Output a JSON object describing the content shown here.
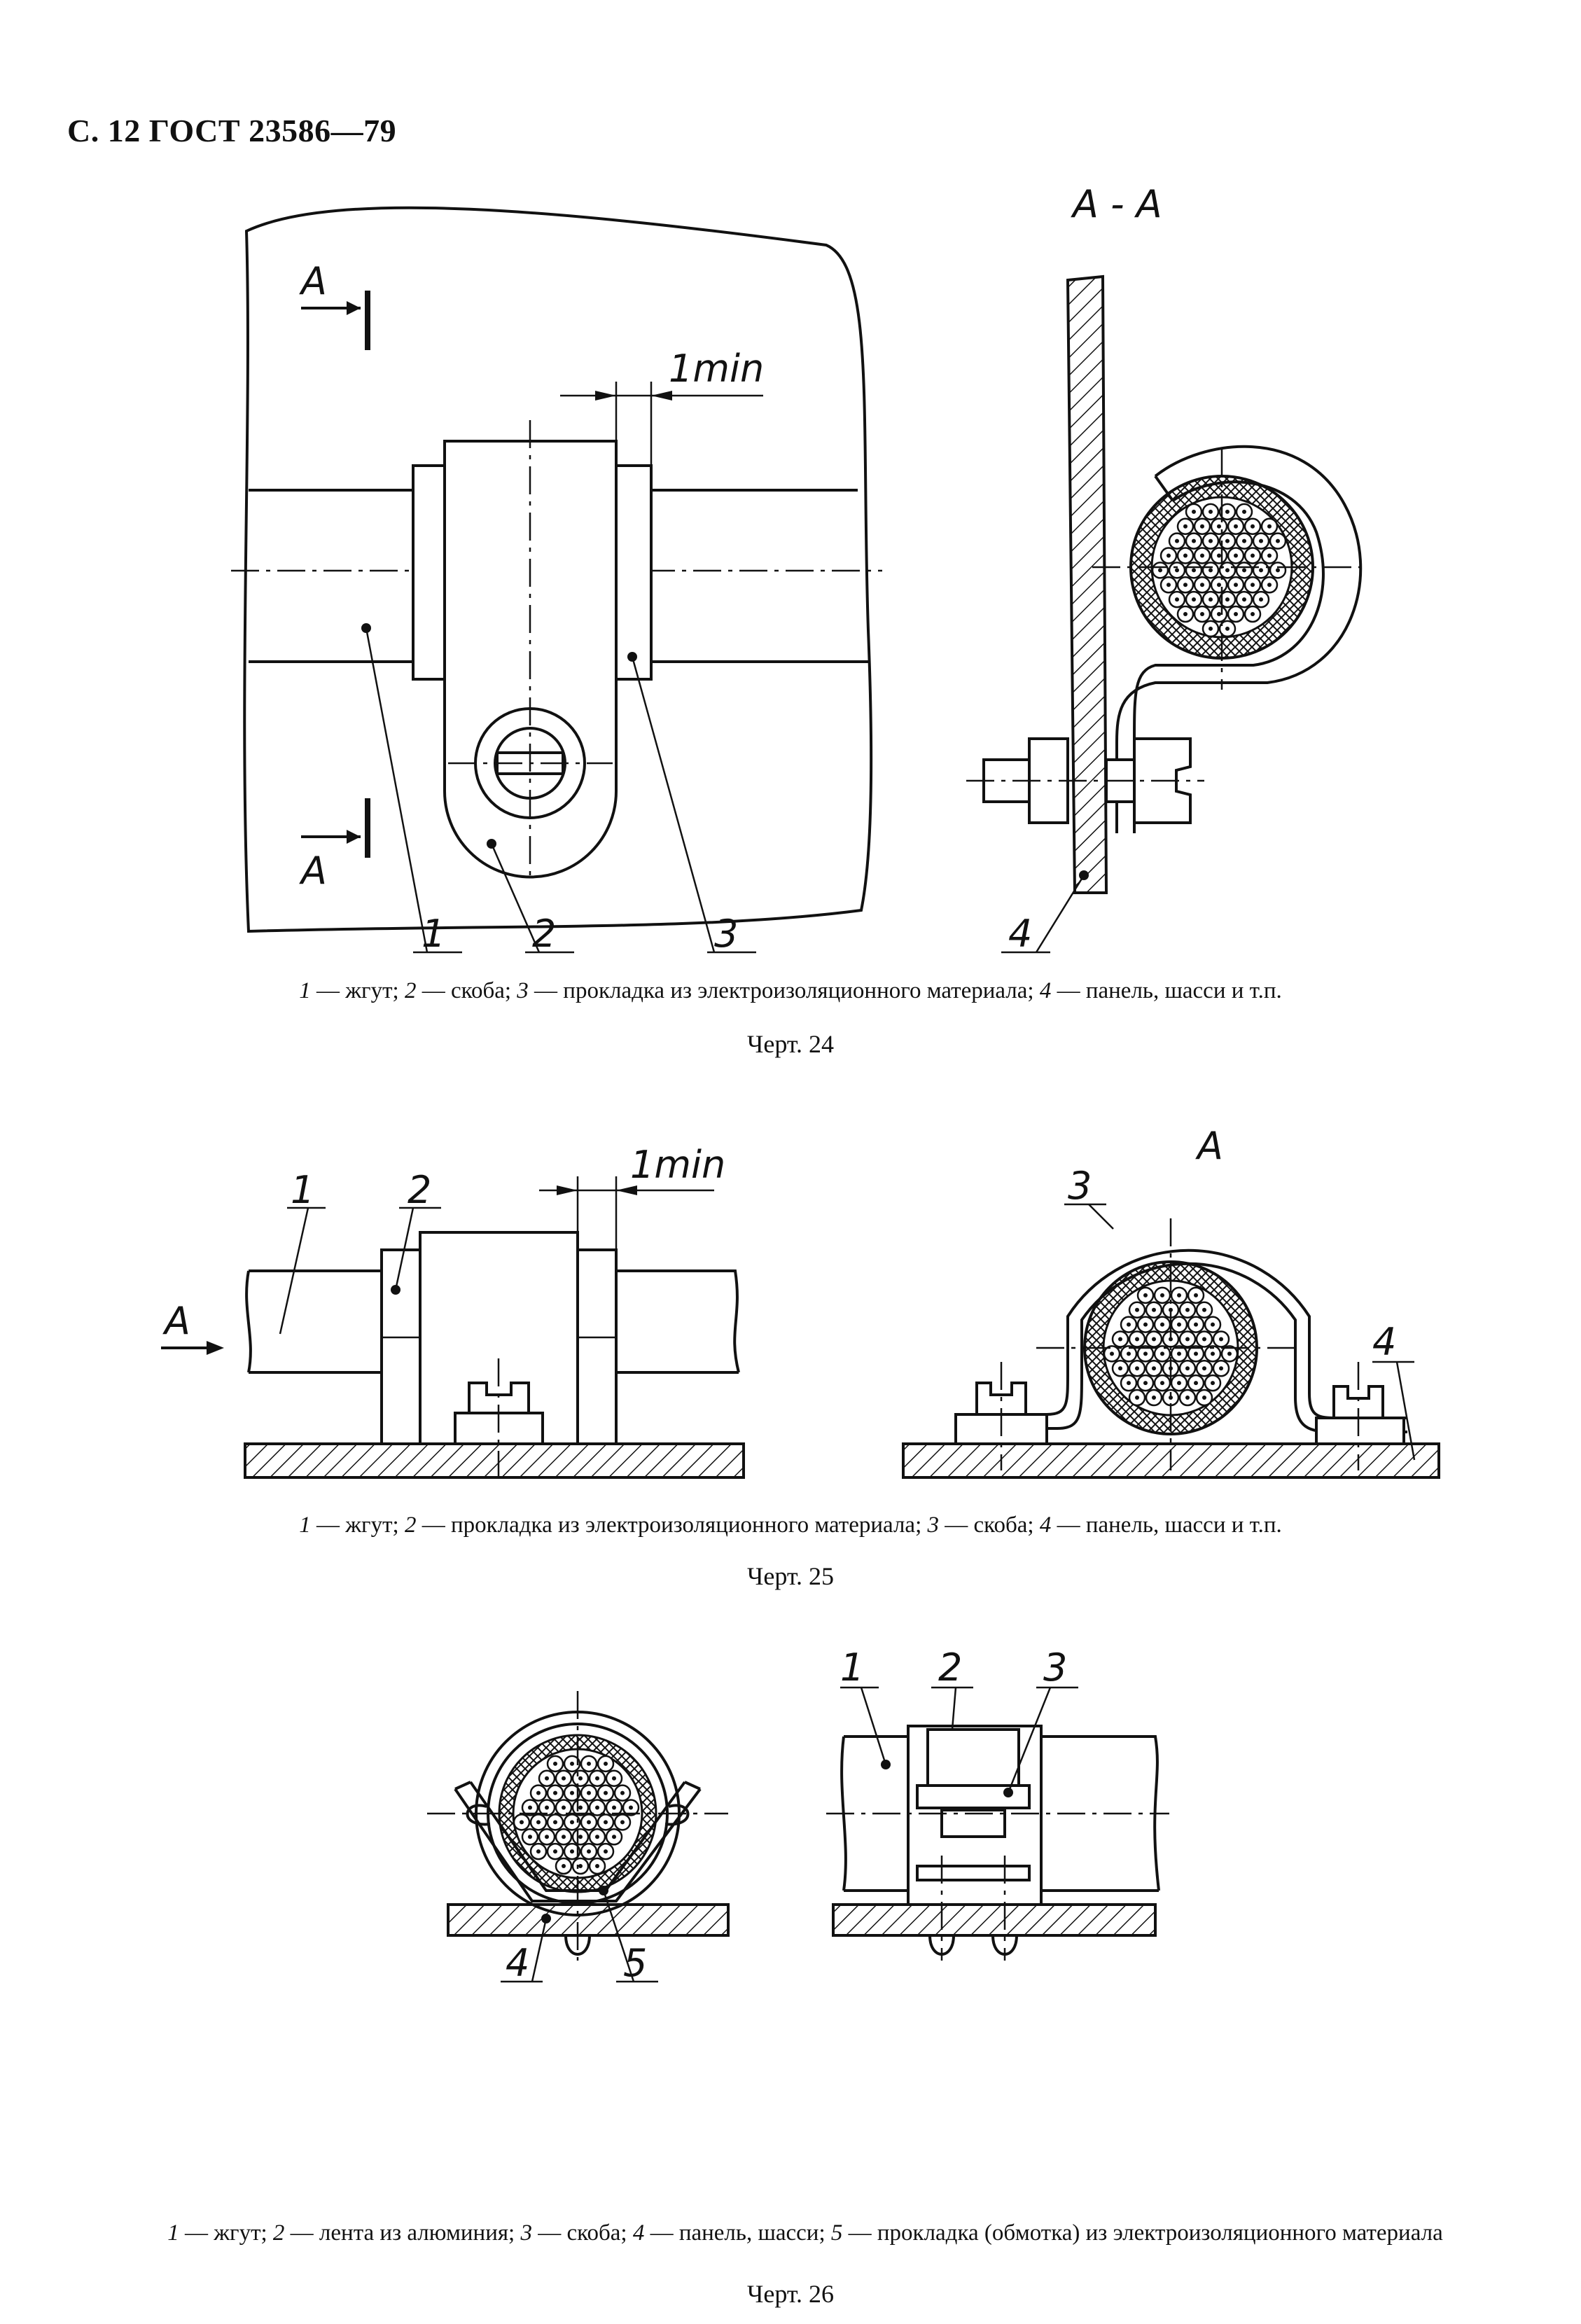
{
  "header": {
    "text": "С. 12 ГОСТ 23586—79"
  },
  "figure24": {
    "section_label": "А - А",
    "cut_label_top": "А",
    "cut_label_bottom": "А",
    "dim_label": "1min",
    "callouts": [
      "1",
      "2",
      "3",
      "4"
    ],
    "caption_parts": [
      {
        "num": "1",
        "text": " — жгут; "
      },
      {
        "num": "2",
        "text": " — скоба; "
      },
      {
        "num": "3",
        "text": " — прокладка из электроизоляционного материала; "
      },
      {
        "num": "4",
        "text": " — панель, шасси и т.п."
      }
    ],
    "title": "Черт. 24"
  },
  "figure25": {
    "view_label": "А",
    "arrow_label": "А",
    "dim_label": "1min",
    "callouts": [
      "1",
      "2",
      "3",
      "4"
    ],
    "caption_parts": [
      {
        "num": "1",
        "text": " — жгут; "
      },
      {
        "num": "2",
        "text": " — прокладка из электроизоляционного материала; "
      },
      {
        "num": "3",
        "text": " — скоба; "
      },
      {
        "num": "4",
        "text": " — панель, шасси и т.п."
      }
    ],
    "title": "Черт. 25"
  },
  "figure26": {
    "callouts_left": [
      "4",
      "5"
    ],
    "callouts_right": [
      "1",
      "2",
      "3"
    ],
    "caption_parts": [
      {
        "num": "1",
        "text": " — жгут; "
      },
      {
        "num": "2",
        "text": " — лента из алюминия; "
      },
      {
        "num": "3",
        "text": " — скоба; "
      },
      {
        "num": "4",
        "text": " — панель, шасси; "
      },
      {
        "num": "5",
        "text": " — прокладка (обмотка) из электроизоляционного материала"
      }
    ],
    "title": "Черт. 26"
  }
}
